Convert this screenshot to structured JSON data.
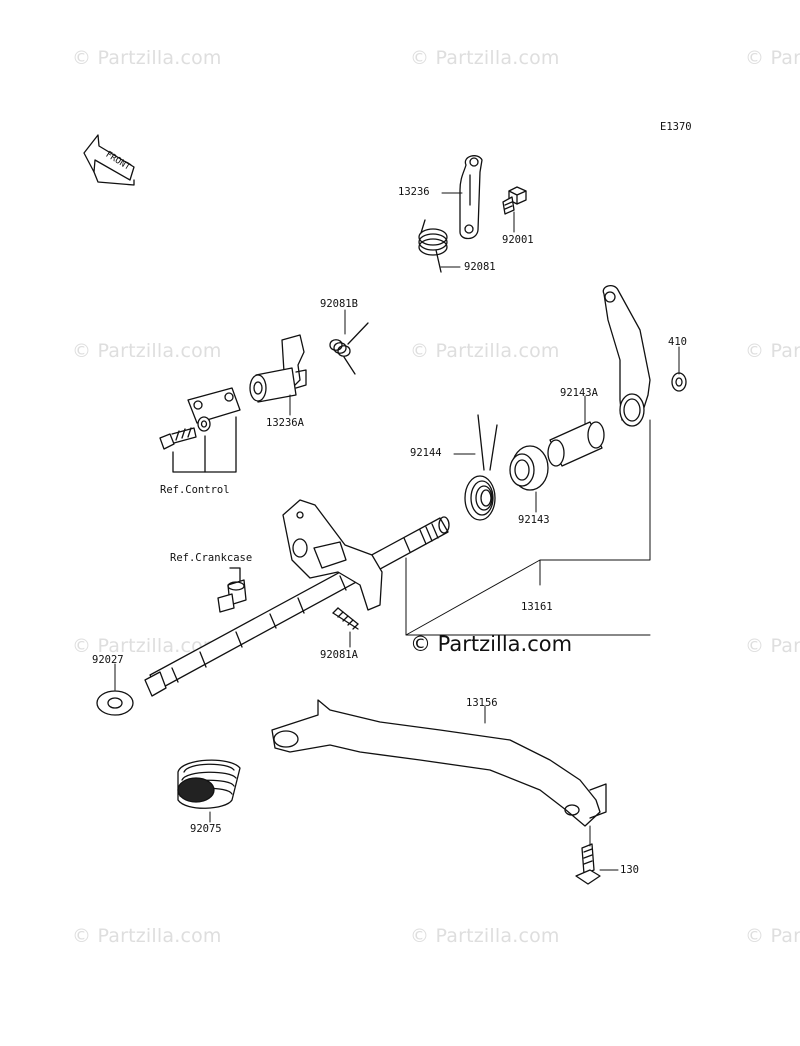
{
  "watermark": "© Partzilla.com",
  "main_watermark": "© Partzilla.com",
  "diagram_code": "E1370",
  "front_label": "FRONT",
  "parts": {
    "p13236": "13236",
    "p92001": "92001",
    "p92081": "92081",
    "p92081B": "92081B",
    "p13236A": "13236A",
    "p410": "410",
    "p92143A": "92143A",
    "p92144": "92144",
    "p92143": "92143",
    "ref_control": "Ref.Control",
    "ref_crankcase": "Ref.Crankcase",
    "p13161": "13161",
    "p92081A": "92081A",
    "p92027": "92027",
    "p13156": "13156",
    "p92075": "92075",
    "p130": "130"
  }
}
